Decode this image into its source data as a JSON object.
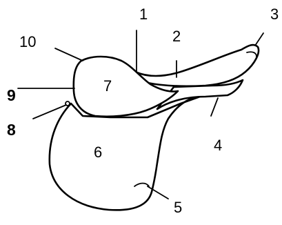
{
  "diagram": {
    "labels": {
      "l1": "1",
      "l2": "2",
      "l3": "3",
      "l4": "4",
      "l5": "5",
      "l6": "6",
      "l7": "7",
      "l8": "8",
      "l9": "9",
      "l10": "10"
    },
    "colors": {
      "ink": "#000000",
      "paper": "#ffffff"
    }
  }
}
